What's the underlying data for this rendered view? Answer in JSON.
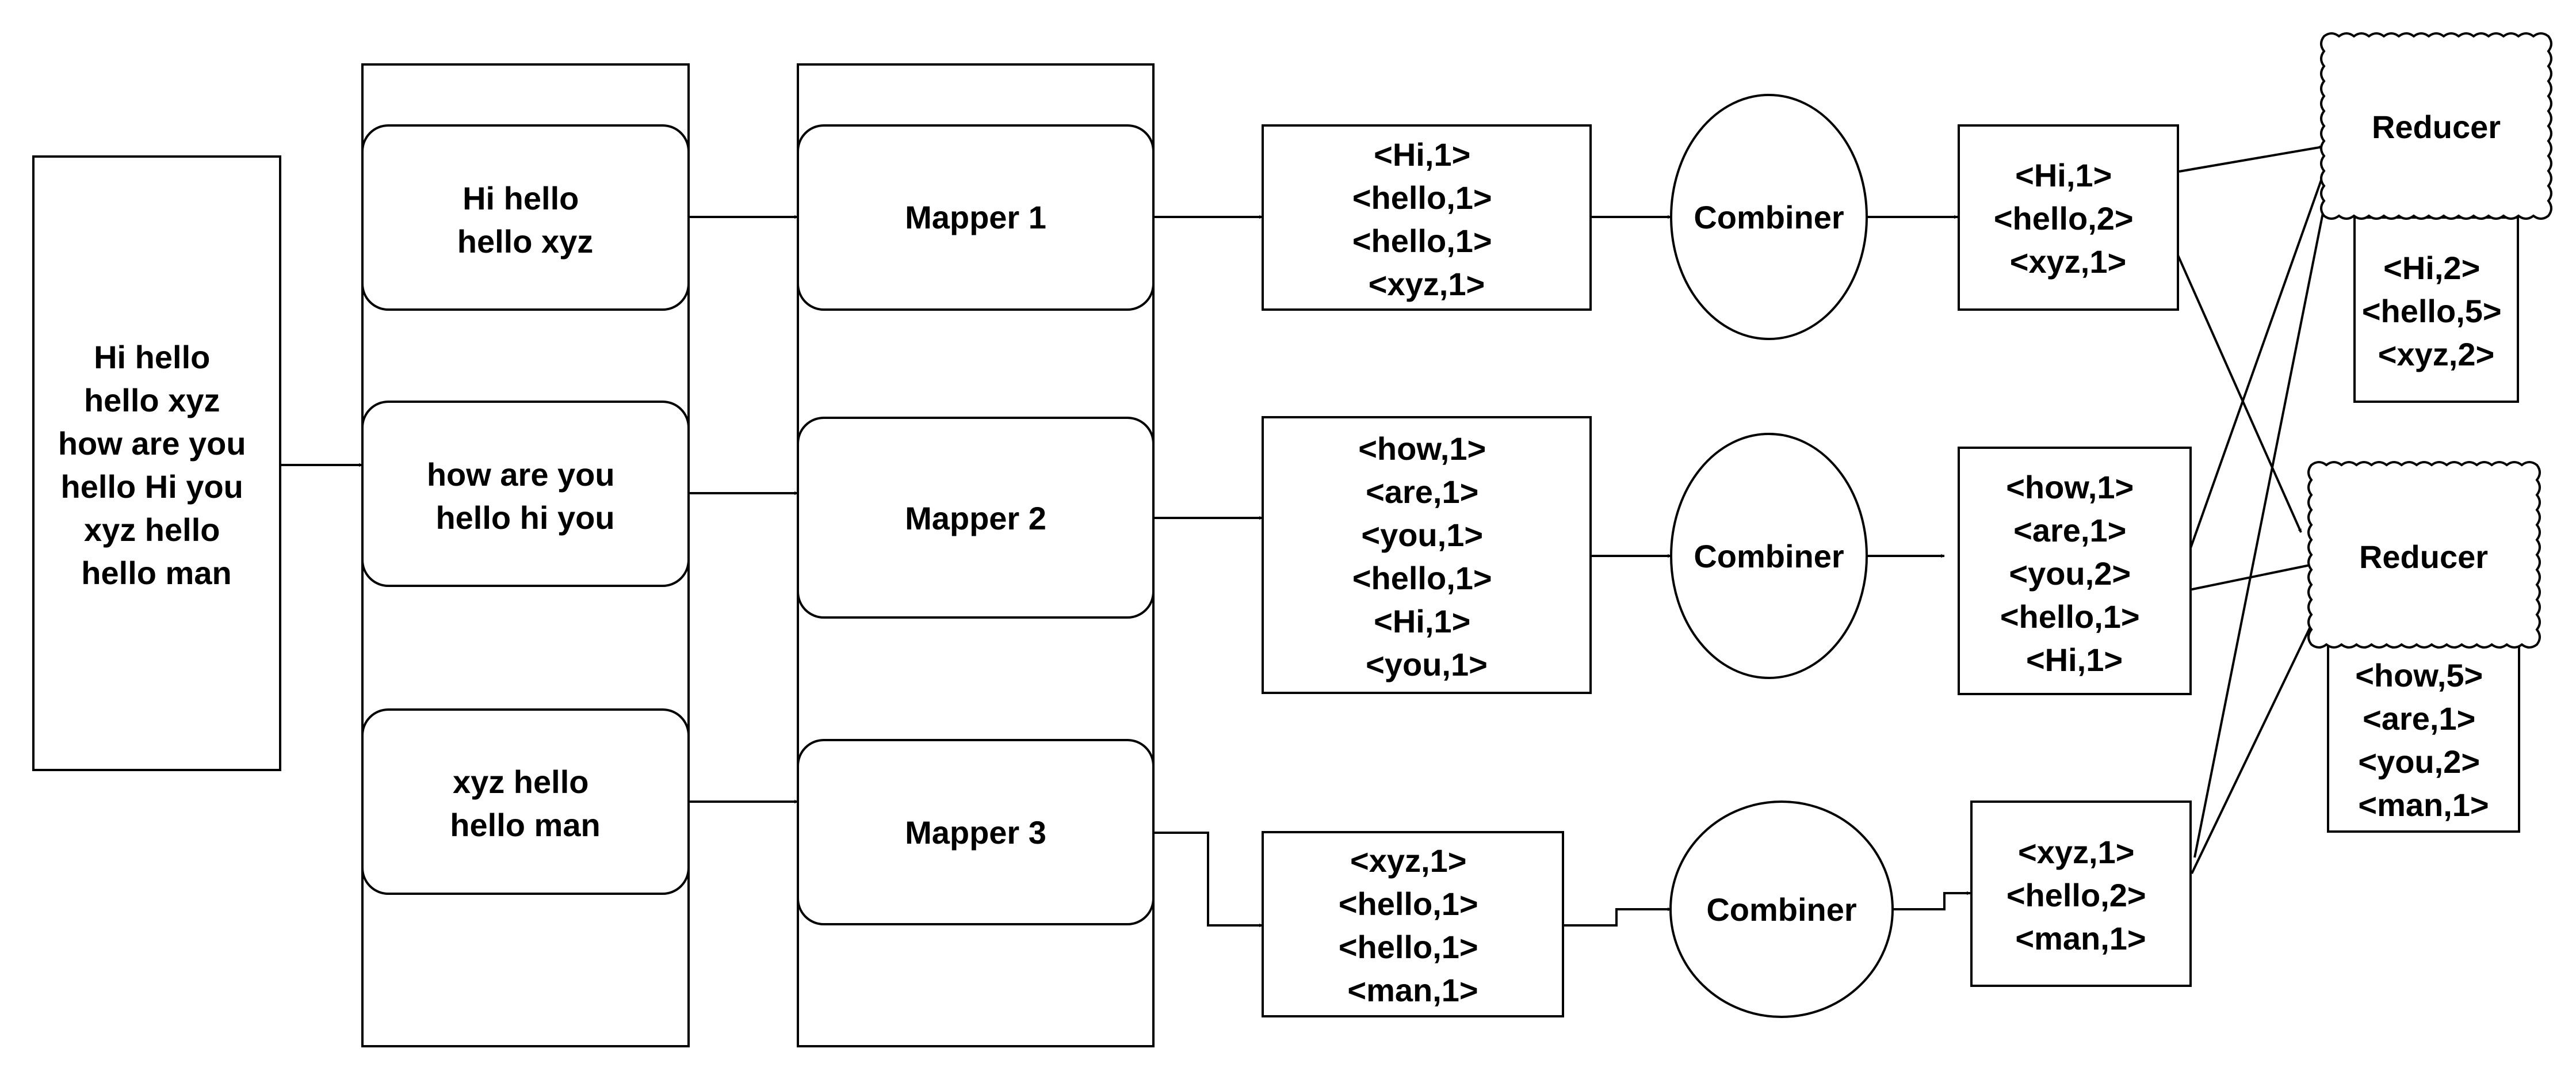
{
  "input": {
    "lines": [
      "Hi hello",
      "hello xyz",
      "how are you",
      "hello Hi you",
      "xyz hello",
      "hello man"
    ]
  },
  "splits": [
    {
      "lines": [
        "Hi hello",
        "hello xyz"
      ]
    },
    {
      "lines": [
        "how are you",
        "hello hi you"
      ]
    },
    {
      "lines": [
        "xyz hello",
        "hello man"
      ]
    }
  ],
  "mappers": [
    {
      "label": "Mapper 1"
    },
    {
      "label": "Mapper 2"
    },
    {
      "label": "Mapper 3"
    }
  ],
  "map_outputs": [
    {
      "lines": [
        "<Hi,1>",
        "<hello,1>",
        "<hello,1>",
        "<xyz,1>"
      ]
    },
    {
      "lines": [
        "<how,1>",
        "<are,1>",
        "<you,1>",
        "<hello,1>",
        "<Hi,1>",
        "<you,1>"
      ]
    },
    {
      "lines": [
        "<xyz,1>",
        "<hello,1>",
        "<hello,1>",
        "<man,1>"
      ]
    }
  ],
  "combiners": [
    {
      "label": "Combiner"
    },
    {
      "label": "Combiner"
    },
    {
      "label": "Combiner"
    }
  ],
  "combiner_outputs": [
    {
      "lines": [
        "<Hi,1>",
        "<hello,2>",
        "<xyz,1>"
      ]
    },
    {
      "lines": [
        "<how,1>",
        "<are,1>",
        "<you,2>",
        "<hello,1>",
        "<Hi,1>"
      ]
    },
    {
      "lines": [
        "<xyz,1>",
        "<hello,2>",
        "<man,1>"
      ]
    }
  ],
  "reducers": [
    {
      "label": "Reducer"
    },
    {
      "label": "Reducer"
    }
  ],
  "reducer_outputs": [
    {
      "lines": [
        "<Hi,2>",
        "<hello,5>",
        "<xyz,2>"
      ]
    },
    {
      "lines": [
        "<how,5>",
        "<are,1>",
        "<you,2>",
        "<man,1>"
      ]
    }
  ]
}
